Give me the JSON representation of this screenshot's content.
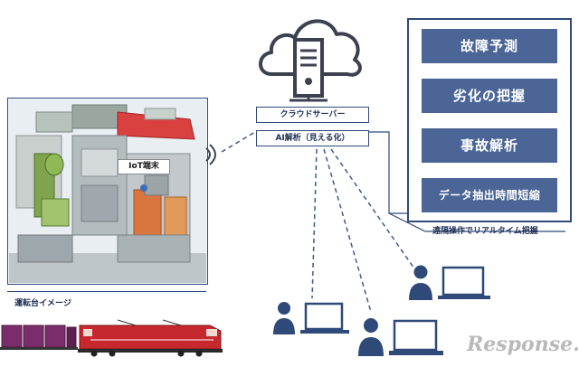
{
  "server": {
    "cloud_label": "クラウドサーバー",
    "ai_label": "AI解析（見える化）"
  },
  "cab": {
    "iot_label": "IoT端末",
    "caption": "運転台イメージ"
  },
  "features": {
    "items": [
      "故障予測",
      "劣化の把握",
      "事故解析",
      "データ抽出時間短縮"
    ],
    "caption": "遠隔操作でリアルタイム把握"
  },
  "colors": {
    "accent": "#2f4a78",
    "button": "#4a6596",
    "locomotive": "#c7282e",
    "container": "#7b2d6b"
  },
  "logo": {
    "text": "Response."
  }
}
